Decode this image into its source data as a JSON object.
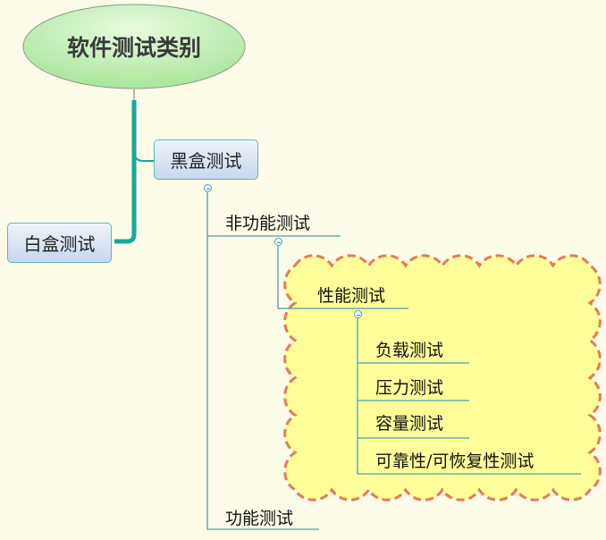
{
  "root": {
    "label": "软件测试类别"
  },
  "branches": {
    "black_box": {
      "label": "黑盒测试"
    },
    "white_box": {
      "label": "白盒测试"
    },
    "non_functional": {
      "label": "非功能测试"
    },
    "performance": {
      "label": "性能测试"
    },
    "performance_children": [
      "负载测试",
      "压力测试",
      "容量测试",
      "可靠性/可恢复性测试"
    ],
    "functional": {
      "label": "功能测试"
    }
  },
  "colors": {
    "background": "#fdfce8",
    "main_branch": "#16a99a",
    "connector": "#4a9fb0",
    "cloud_fill": "#ffff99",
    "cloud_border": "#e8795a"
  }
}
